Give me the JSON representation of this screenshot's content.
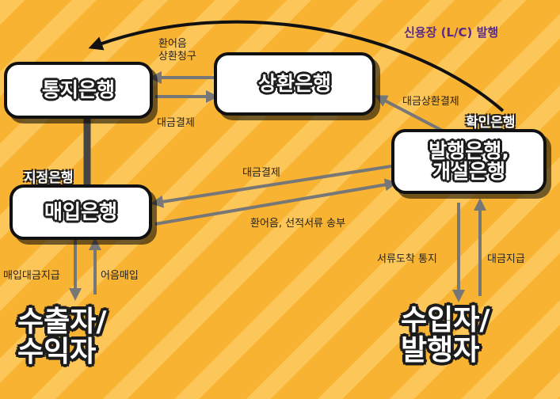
{
  "title": "신용장 (L/C) 발행",
  "nodes": {
    "advising": "통지은행",
    "reimbursing": "상환은행",
    "issuing": "발행은행,\n개설은행",
    "negotiating": "매입은행"
  },
  "roles": {
    "confirming": "확인은행",
    "nominated": "지정은행"
  },
  "parties": {
    "exporter": "수출자/\n수익자",
    "importer": "수입자/\n발행자"
  },
  "edges": {
    "draft_reimbursement_claim": "환어음\n상환청구",
    "payment_advising": "대금결제",
    "payment_issuing": "대금결제",
    "reimbursement_settlement": "대금상환결제",
    "draft_docs_send": "환어음, 선적서류 송부",
    "negotiation_payment": "매입대금지급",
    "bill_purchase": "어음매입",
    "docs_arrival_notice": "서류도착 통지",
    "importer_payment": "대금지급"
  },
  "colors": {
    "background": "#f8b333",
    "arrow": "#777777",
    "box_border": "#111111",
    "title": "#5b2a86"
  }
}
